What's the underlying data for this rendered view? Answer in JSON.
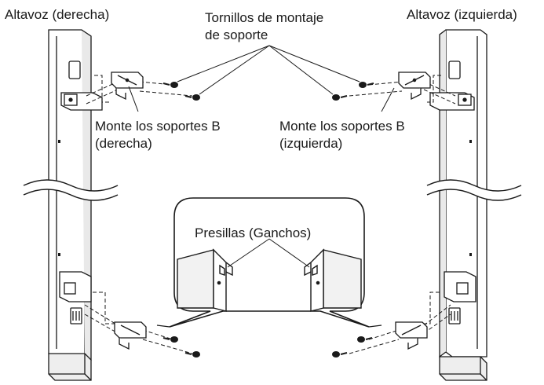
{
  "labels": {
    "speaker_right": "Altavoz (derecha)",
    "speaker_left": "Altavoz (izquierda)",
    "screws_line1": "Tornillos de montaje",
    "screws_line2": "de soporte",
    "brackets_right_line1": "Monte los soportes B",
    "brackets_right_line2": "(derecha)",
    "brackets_left_line1": "Monte los soportes B",
    "brackets_left_line2": "(izquierda)",
    "clips": "Presillas (Ganchos)"
  },
  "colors": {
    "line": "#1a1a1a",
    "speaker_body": "#ffffff",
    "speaker_side": "#e9e9e9",
    "base": "#eeeeee",
    "text": "#1a1a1a"
  }
}
